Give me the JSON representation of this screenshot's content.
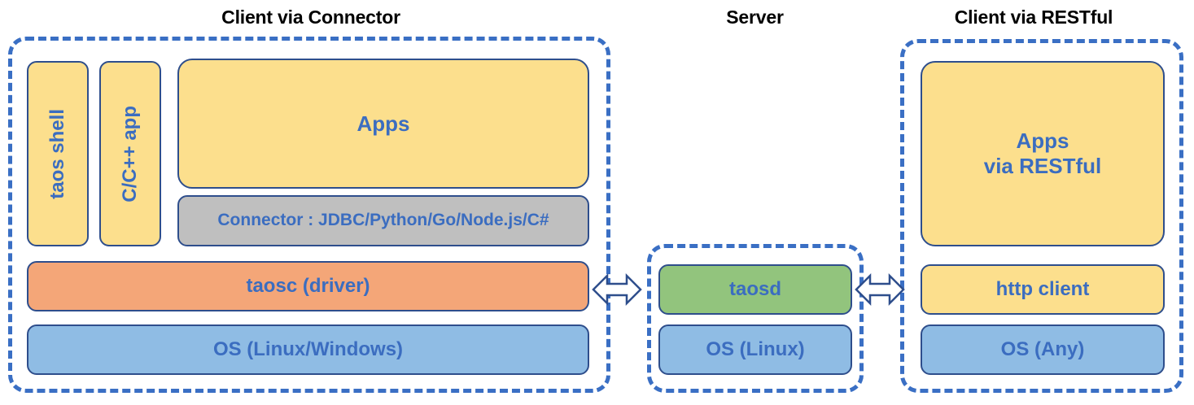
{
  "diagram": {
    "title": "TDengine architecture: client and server components",
    "palette": {
      "dashed_border": "#3A6FC4",
      "node_border": "#2E4E8C",
      "node_text": "#3B6DC0",
      "title_text": "#000000",
      "yellow": "#FCDF8D",
      "orange": "#F4A678",
      "blue": "#8FBCE4",
      "green": "#92C47D",
      "grey": "#BFBFBF",
      "arrow_fill": "#FFFFFF",
      "arrow_stroke": "#2E4E8C",
      "background": "#FFFFFF"
    },
    "sections": {
      "connector": {
        "title": "Client via Connector",
        "nodes": {
          "taos_shell": "taos shell",
          "cpp_app": "C/C++ app",
          "apps": "Apps",
          "connector": "Connector : JDBC/Python/Go/Node.js/C#",
          "taosc": "taosc (driver)",
          "os": "OS (Linux/Windows)"
        }
      },
      "server": {
        "title": "Server",
        "nodes": {
          "taosd": "taosd",
          "os": "OS (Linux)"
        }
      },
      "restful": {
        "title": "Client via RESTful",
        "nodes": {
          "apps_line1": "Apps",
          "apps_line2": "via RESTful",
          "http_client": "http client",
          "os": "OS (Any)"
        }
      }
    },
    "connections": [
      {
        "id": "left-arrow",
        "from": "Client via Connector",
        "to": "Server",
        "style": "double-headed-arrow"
      },
      {
        "id": "right-arrow",
        "from": "Server",
        "to": "Client via RESTful",
        "style": "double-headed-arrow"
      }
    ]
  }
}
